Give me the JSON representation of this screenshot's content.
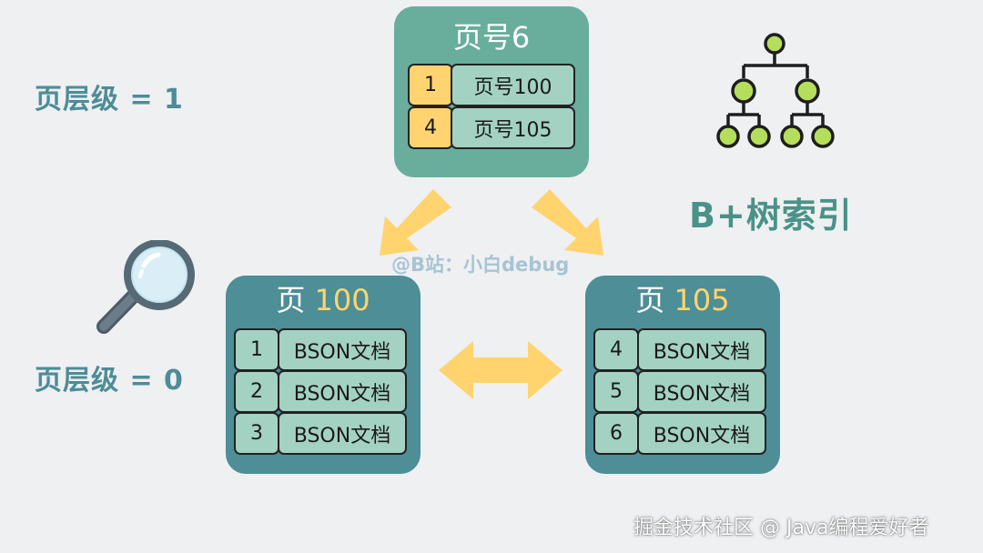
{
  "root_page": {
    "title_prefix": "页号",
    "title_num": "6",
    "entries": [
      {
        "key": "1",
        "value": "页号100"
      },
      {
        "key": "4",
        "value": "页号105"
      }
    ]
  },
  "leaf_left": {
    "title_prefix": "页",
    "title_num": "100",
    "entries": [
      {
        "key": "1",
        "value": "BSON文档"
      },
      {
        "key": "2",
        "value": "BSON文档"
      },
      {
        "key": "3",
        "value": "BSON文档"
      }
    ]
  },
  "leaf_right": {
    "title_prefix": "页",
    "title_num": "105",
    "entries": [
      {
        "key": "4",
        "value": "BSON文档"
      },
      {
        "key": "5",
        "value": "BSON文档"
      },
      {
        "key": "6",
        "value": "BSON文档"
      }
    ]
  },
  "labels": {
    "level_1": "页层级 = 1",
    "level_0": "页层级 = 0",
    "btree_title": "B+树索引",
    "watermark": "@B站：小白debug",
    "footer": "掘金技术社区 @ Java编程爱好者"
  },
  "colors": {
    "background": "#eef0f2",
    "root_page": "#69ad9d",
    "leaf_page": "#4d8e97",
    "key_highlight": "#ffd470",
    "cell_fill": "#a3d2c3",
    "arrow": "#ffd36e",
    "tree_node": "#b5de5c"
  },
  "icons": [
    "magnifier-icon",
    "tree-icon"
  ]
}
